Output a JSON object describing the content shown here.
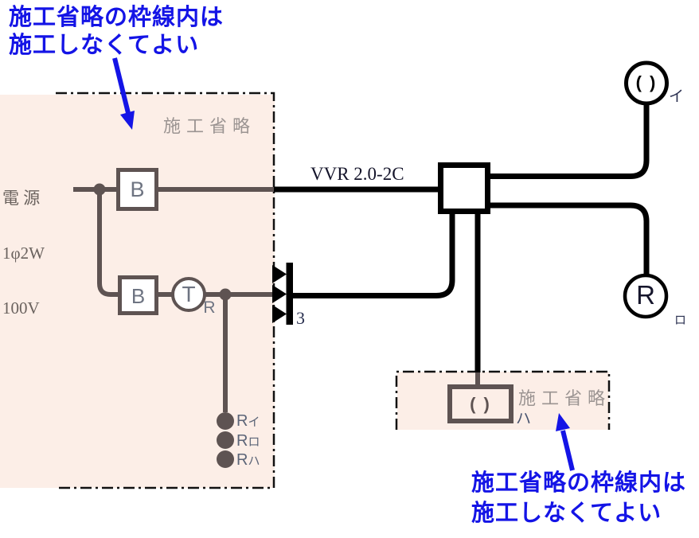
{
  "annotations": {
    "top_line1": "施工省略の枠線内は",
    "top_line2": "施工しなくてよい",
    "bottom_line1": "施工省略の枠線内は",
    "bottom_line2": "施工しなくてよい"
  },
  "source": {
    "line1": "電 源",
    "line2": "1φ2W",
    "line3": "100V"
  },
  "omission_box_left": {
    "label": "施工省略"
  },
  "omission_box_bottom": {
    "label": "施工省略",
    "device_symbol": "( )",
    "device_label": "ハ"
  },
  "cable_label": "VVR 2.0-2C",
  "breaker1": {
    "letter": "B"
  },
  "breaker2": {
    "letter": "B"
  },
  "timer": {
    "letter": "T",
    "subscript": "R"
  },
  "terminal_block": {
    "poles": "3"
  },
  "ceiling_light": {
    "symbol": "( )",
    "label": "イ"
  },
  "lamp_receptacle": {
    "letter": "R",
    "label": "ロ"
  },
  "lamp_points": [
    {
      "r": "R",
      "kana": "イ"
    },
    {
      "r": "R",
      "kana": "ロ"
    },
    {
      "r": "R",
      "kana": "ハ"
    }
  ],
  "colors": {
    "pink_fill": "#fceee7",
    "wire_gray": "#5e5352",
    "wire_black": "#000000",
    "note_blue": "#1414e6",
    "label_gray": "#9b9492"
  }
}
